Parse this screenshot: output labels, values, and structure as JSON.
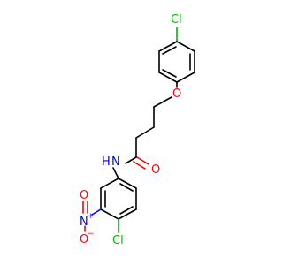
{
  "molecule": {
    "atoms": {
      "cl_top": {
        "text": "Cl",
        "color": "#00b400"
      },
      "o_ether": {
        "text": "O",
        "color": "#ff0000"
      },
      "o_carbonyl": {
        "text": "O",
        "color": "#ff0000"
      },
      "n_amide": {
        "text": "N",
        "color": "#0000ff"
      },
      "h_amide": {
        "text": "H",
        "color": "#0000ff"
      },
      "n_nitro": {
        "text": "N",
        "color": "#0000ff"
      },
      "n_nitro_charge": {
        "text": "+",
        "color": "#0000ff"
      },
      "o_nitro_top": {
        "text": "O",
        "color": "#ff0000"
      },
      "o_nitro_left": {
        "text": "O",
        "color": "#ff0000"
      },
      "o_nitro_charge": {
        "text": "−",
        "color": "#ff0000"
      },
      "cl_bottom": {
        "text": "Cl",
        "color": "#00b400"
      }
    }
  }
}
